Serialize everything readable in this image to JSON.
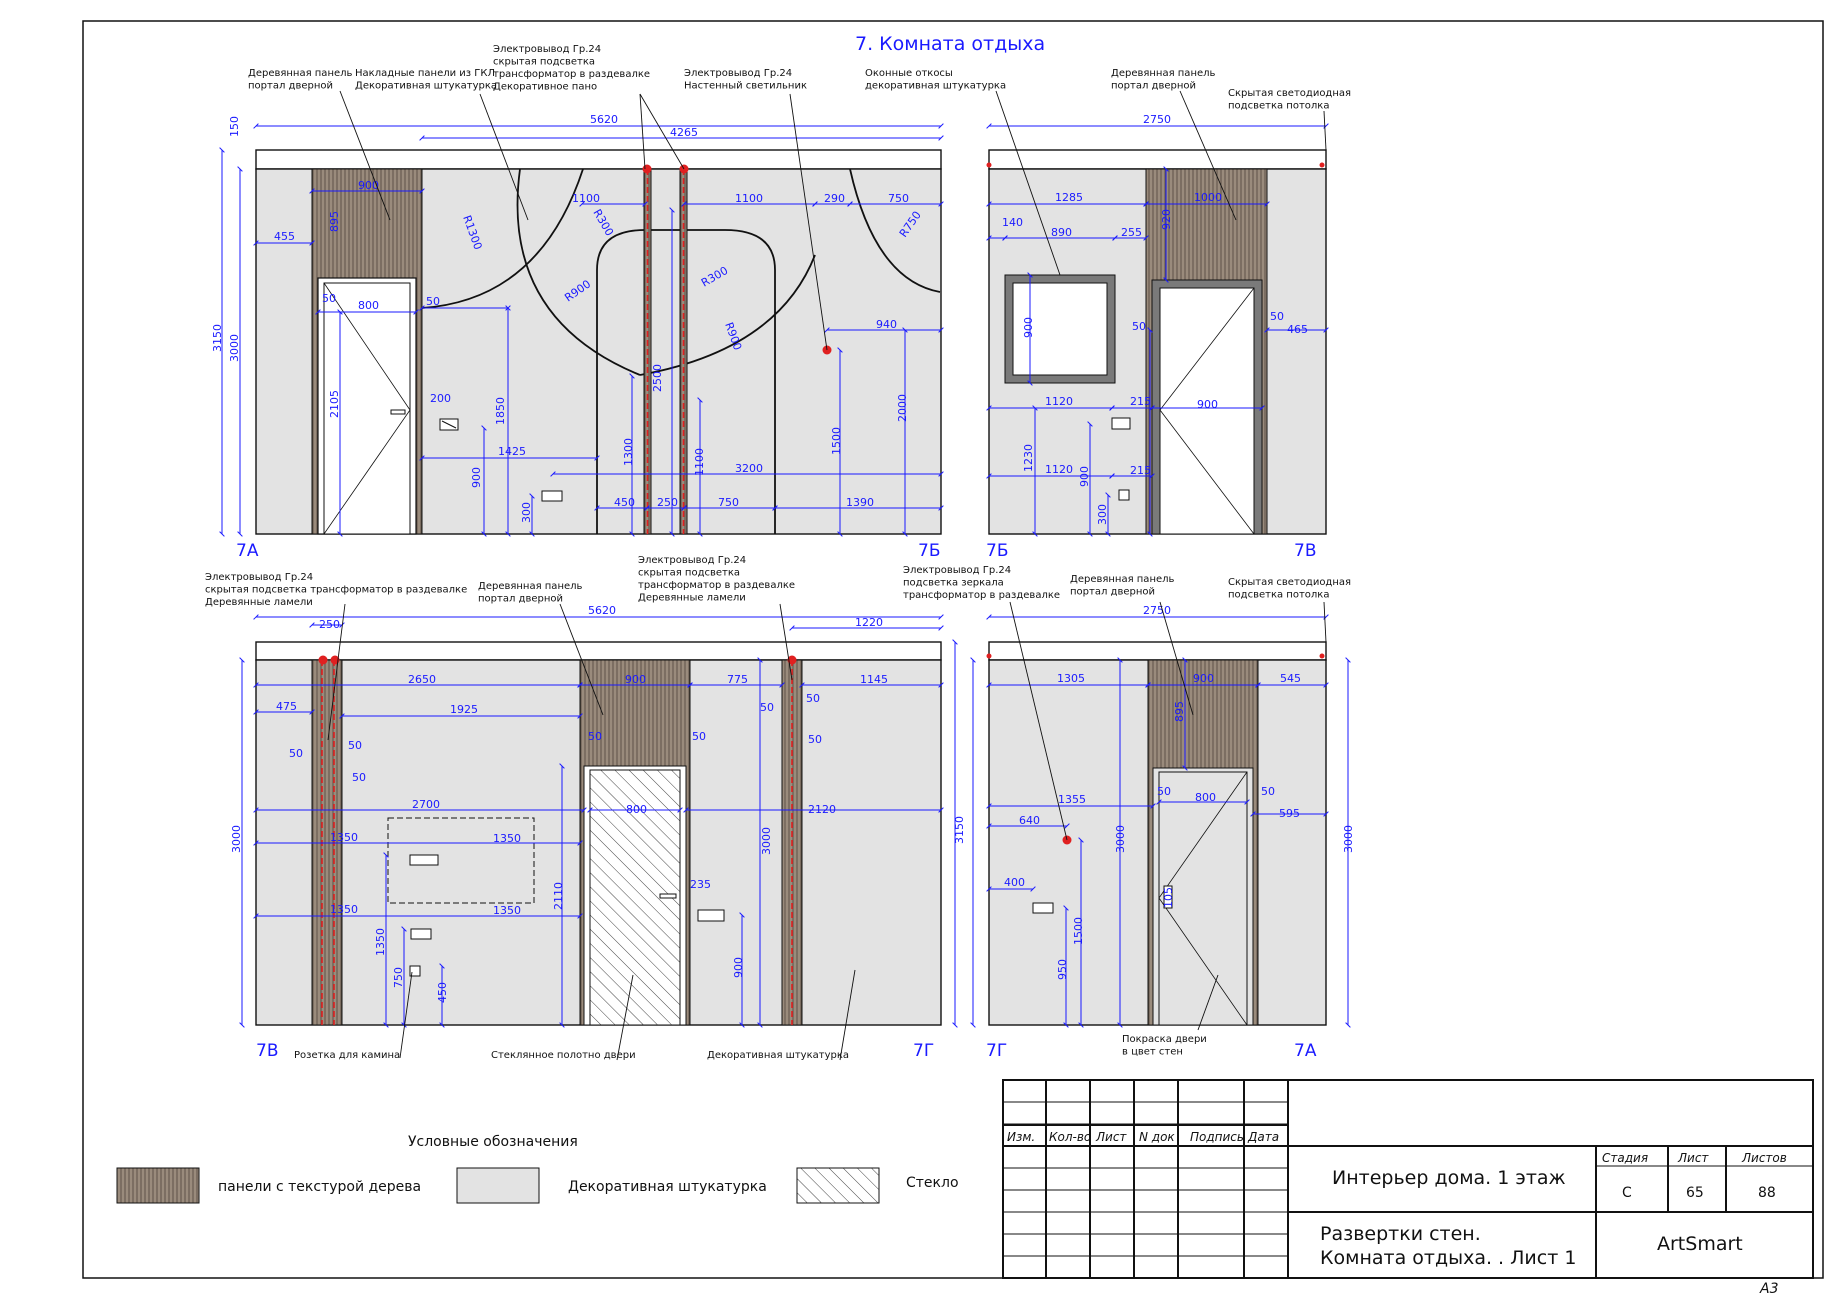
{
  "sheet": {
    "room_title": "7. Комната отдыха",
    "format": "A3"
  },
  "views": {
    "top_left": {
      "corner_left": "7А",
      "corner_right": "7Б",
      "callouts": [
        "Деревянная панель\nпортал дверной",
        "Накладные панели из ГКЛ\nДекоративная штукатурка",
        "Электровывод Гр.24\nскрытая подсветка\nтрансформатор в раздевалке\nДекоративное пано",
        "Электровывод Гр.24\nНастенный светильник"
      ],
      "dims": {
        "d5620": "5620",
        "d4265": "4265",
        "d150": "150",
        "d3150": "3150",
        "d3000": "3000",
        "d900": "900",
        "d895": "895",
        "d455": "455",
        "d50a": "50",
        "d800": "800",
        "d50b": "50",
        "r1300": "R1300",
        "d1100a": "1100",
        "r300a": "R300",
        "r900a": "R900",
        "d1100b": "1100",
        "d290": "290",
        "d750a": "750",
        "r750": "R750",
        "r300b": "R300",
        "r900b": "R900",
        "d940": "940",
        "d2105": "2105",
        "d200": "200",
        "d1850": "1850",
        "d2500": "2500",
        "d1500": "1500",
        "d2000": "2000",
        "d1425": "1425",
        "d900b": "900",
        "d1300": "1300",
        "d1100c": "1100",
        "d3200": "3200",
        "d300": "300",
        "d450": "450",
        "d250": "250",
        "d750b": "750",
        "d1390": "1390"
      }
    },
    "top_right": {
      "corner_left": "7Б",
      "corner_right": "7В",
      "callouts": [
        "Оконные откосы\nдекоративная штукатурка",
        "Деревянная панель\nпортал дверной",
        "Скрытая светодиодная\nподсветка потолка"
      ],
      "dims": {
        "d2750": "2750",
        "d1285": "1285",
        "d920": "920",
        "d1000": "1000",
        "d140": "140",
        "d890": "890",
        "d255": "255",
        "d900w": "900",
        "d50": "50",
        "d50b": "50",
        "d465": "465",
        "d1120a": "1120",
        "d215a": "215",
        "d900": "900",
        "d1230": "1230",
        "d1120b": "1120",
        "d900b": "900",
        "d215b": "215",
        "d300": "300"
      }
    },
    "bottom_left": {
      "corner_left": "7В",
      "corner_right": "7Г",
      "callouts": [
        "Электровывод Гр.24\nскрытая подсветка трансформатор в раздевалке\nДеревянные ламели",
        "Деревянная панель\nпортал дверной",
        "Электровывод Гр.24\nскрытая подсветка\nтрансформатор в раздевалке\nДеревянные ламели",
        "Розетка для камина",
        "Стеклянное полотно двери",
        "Декоративная штукатурка"
      ],
      "dims": {
        "d250": "250",
        "d5620": "5620",
        "d1220": "1220",
        "d2650": "2650",
        "d900": "900",
        "d775": "775",
        "d1145": "1145",
        "d475": "475",
        "d1925": "1925",
        "d50a": "50",
        "d50b": "50",
        "d50c": "50",
        "d50d": "50",
        "d50e": "50",
        "d50f": "50",
        "d50g": "50",
        "d50h": "50",
        "d2700": "2700",
        "d800": "800",
        "d2120": "2120",
        "d1350a": "1350",
        "d1350b": "1350",
        "d1350c": "1350",
        "d1350d": "1350",
        "d3000": "3000",
        "d2110": "2110",
        "d235": "235",
        "d3000b": "3000",
        "d1350e": "1350",
        "d750": "750",
        "d450": "450",
        "d900b": "900"
      }
    },
    "bottom_right": {
      "corner_left": "7Г",
      "corner_right": "7А",
      "callouts": [
        "Электровывод Гр.24\nподсветка зеркала\nтрансформатор в раздевалке",
        "Деревянная панель\nпортал дверной",
        "Скрытая светодиодная\nподсветка потолка",
        "Покраска двери\nв цвет стен"
      ],
      "dims": {
        "d2750": "2750",
        "d1305": "1305",
        "d900": "900",
        "d545": "545",
        "d895": "895",
        "d50a": "50",
        "d800": "800",
        "d50b": "50",
        "d1355": "1355",
        "d595": "595",
        "d640": "640",
        "d3150": "3150",
        "d3000": "3000",
        "d3000b": "3000",
        "d400": "400",
        "d105": "105",
        "d1500": "1500",
        "d950": "950"
      }
    }
  },
  "legend": {
    "title": "Условные обозначения",
    "items": [
      {
        "label": "панели с текстурой дерева",
        "swatch": "wood"
      },
      {
        "label": "Декоративная штукатурка",
        "swatch": "plaster"
      },
      {
        "label": "Стекло",
        "swatch": "glass"
      }
    ]
  },
  "title_block": {
    "headers": [
      "Изм.",
      "Кол-во",
      "Лист",
      "N док",
      "Подпись",
      "Дата"
    ],
    "project": "Интерьер дома. 1 этаж",
    "sheet_name": "Развертки стен.\nКомната отдыха. . Лист 1",
    "stage_label": "Стадия",
    "sheet_label": "Лист",
    "sheets_label": "Листов",
    "stage": "С",
    "sheet_no": "65",
    "sheets_total": "88",
    "company": "ArtSmart"
  },
  "colors": {
    "dimension": "#1a1aff",
    "wall": "#e3e3e3",
    "wood": "#8a7a6a",
    "electrical_point": "#e02020"
  }
}
